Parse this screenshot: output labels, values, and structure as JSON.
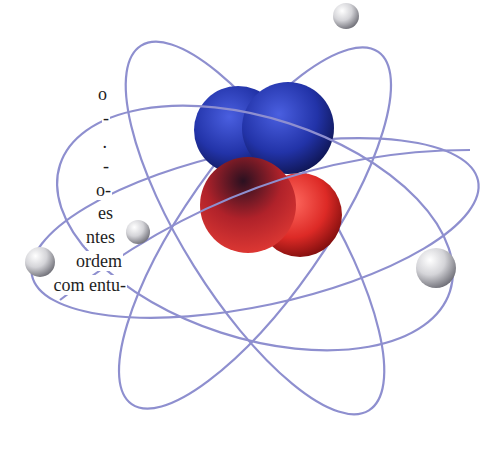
{
  "diagram": {
    "labels": [
      "o",
      "-",
      ".",
      "-",
      "o-",
      "es",
      "ntes",
      "ordem",
      "com entu-"
    ]
  }
}
